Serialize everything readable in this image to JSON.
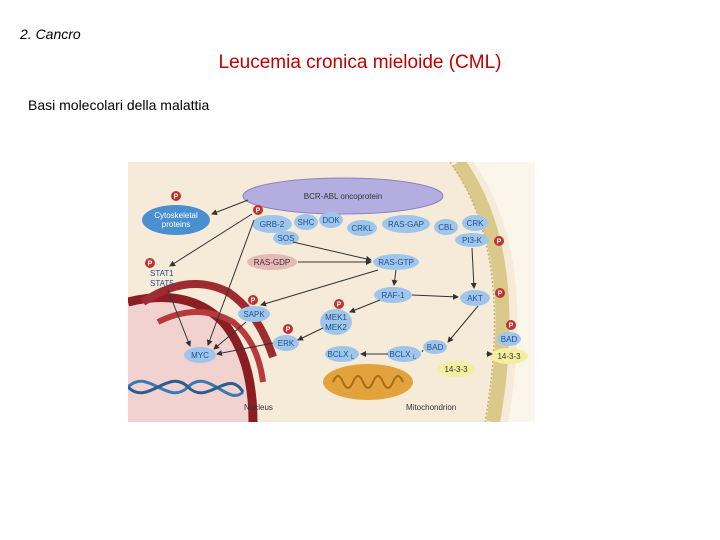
{
  "slide": {
    "label": "2. Cancro",
    "title": "Leucemia cronica mieloide (CML)",
    "subtitle": "Basi molecolari della malattia",
    "title_color": "#c00000"
  },
  "diagram": {
    "bcr_abl": "BCR-ABL oncoprotein",
    "cytoskeletal_1": "Cytoskeletal",
    "cytoskeletal_2": "proteins",
    "stat1": "STAT1",
    "stat5": "STAT5",
    "grb2": "GRB-2",
    "shc": "SHC",
    "dok": "DOK",
    "crkl": "CRKL",
    "rasgap": "RAS-GAP",
    "cbl": "CBL",
    "crk": "CRK",
    "sos": "SOS",
    "pi3k": "PI3-K",
    "rasgdp": "RAS-GDP",
    "rasgtp": "RAS-GTP",
    "raf1": "RAF-1",
    "akt": "AKT",
    "sapk": "SAPK",
    "mek1": "MEK1",
    "mek2": "MEK2",
    "erk": "ERK",
    "bclxl_1": "BCLX",
    "bclxl_sub": "L",
    "bclxl_2": "BCLX",
    "bad_1": "BAD",
    "bad_2": "BAD",
    "p1433_1": "14-3-3",
    "p1433_2": "14-3-3",
    "myc": "MYC",
    "nucleus": "Nucleus",
    "mitochondrion": "Mitochondrion",
    "phospho": "P",
    "colors": {
      "membrane": "#d9c98a",
      "cytoplasm": "#f6ead9",
      "oncoprotein": "#b4aee0",
      "protein": "#4a8fd0",
      "phospho": "#c0332f",
      "mito": "#e3a33c",
      "nucleus_membrane": "#8c1e23"
    }
  }
}
